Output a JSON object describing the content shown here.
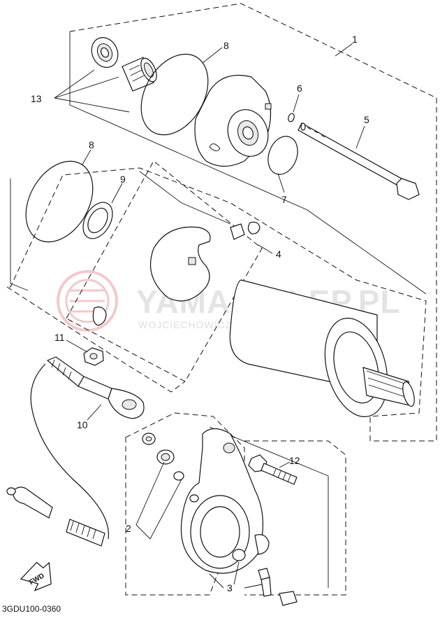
{
  "diagram": {
    "doc_code": "3GDU100-0360",
    "fwd_label": "FWD",
    "watermark": {
      "brand": "YAMA-SKLEP.PL",
      "dealer": "WOJCIECHOWICZ | DEALER YAMAHA"
    },
    "callouts": {
      "c1": "1",
      "c2": "2",
      "c3": "3",
      "c4": "4",
      "c5": "5",
      "c6": "6",
      "c7": "7",
      "c8a": "8",
      "c8b": "8",
      "c9": "9",
      "c10": "10",
      "c11": "11",
      "c12": "12",
      "c13": "13"
    },
    "icons": [
      "watermark-logo-icon",
      "fwd-arrow-icon"
    ]
  }
}
